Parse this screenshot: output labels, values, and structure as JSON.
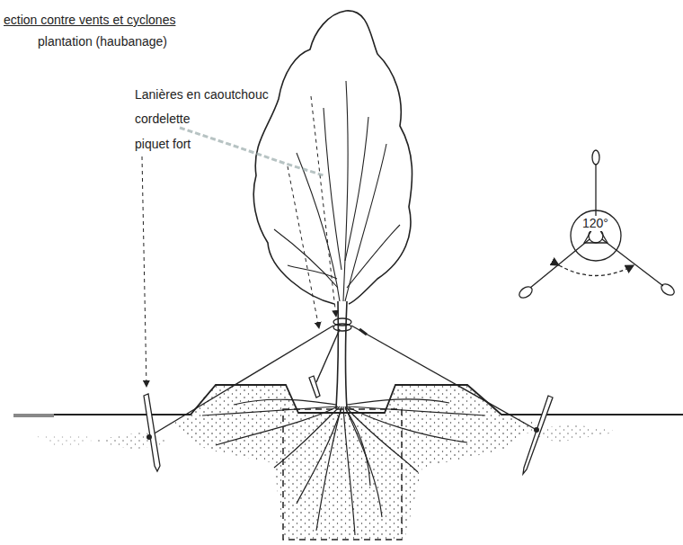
{
  "diagram": {
    "title": "ection contre vents et cyclones",
    "labels": [
      "plantation (haubanage)",
      "Lanières en caoutchouc",
      "cordelette",
      "piquet fort",
      "120°"
    ]
  }
}
